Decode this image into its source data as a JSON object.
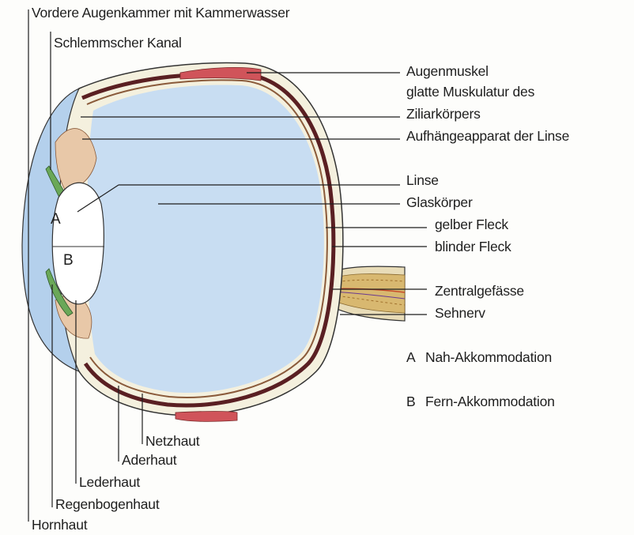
{
  "labels": {
    "vordere_augenkammer": "Vordere Augenkammer mit Kammerwasser",
    "schlemmscher_kanal": "Schlemmscher Kanal",
    "augenmuskel": "Augenmuskel",
    "glatte_muskulatur": "glatte Muskulatur des",
    "ziliarkoerpers": "Ziliarkörpers",
    "aufhaengeapparat": "Aufhängeapparat der Linse",
    "linse": "Linse",
    "glaskoerper": "Glaskörper",
    "gelber_fleck": "gelber Fleck",
    "blinder_fleck": "blinder Fleck",
    "zentralgefaesse": "Zentralgefässe",
    "sehnerv": "Sehnerv",
    "netzhaut": "Netzhaut",
    "aderhaut": "Aderhaut",
    "lederhaut": "Lederhaut",
    "regenbogenhaut": "Regenbogenhaut",
    "hornhaut": "Hornhaut"
  },
  "legend": {
    "a_letter": "A",
    "a_text": "Nah-Akkommodation",
    "b_letter": "B",
    "b_text": "Fern-Akkommodation"
  },
  "lens_letters": {
    "a": "A",
    "b": "B"
  },
  "colors": {
    "vitreous": "#c8ddf2",
    "sclera": "#f4f0de",
    "choroid": "#7a3030",
    "retina": "#8a5a3a",
    "muscle": "#d0545a",
    "iris": "#6aa858",
    "nerve": "#d8b870",
    "cornea": "#b4d0ec",
    "lens": "#ffffff",
    "line": "#1e1e1e"
  }
}
